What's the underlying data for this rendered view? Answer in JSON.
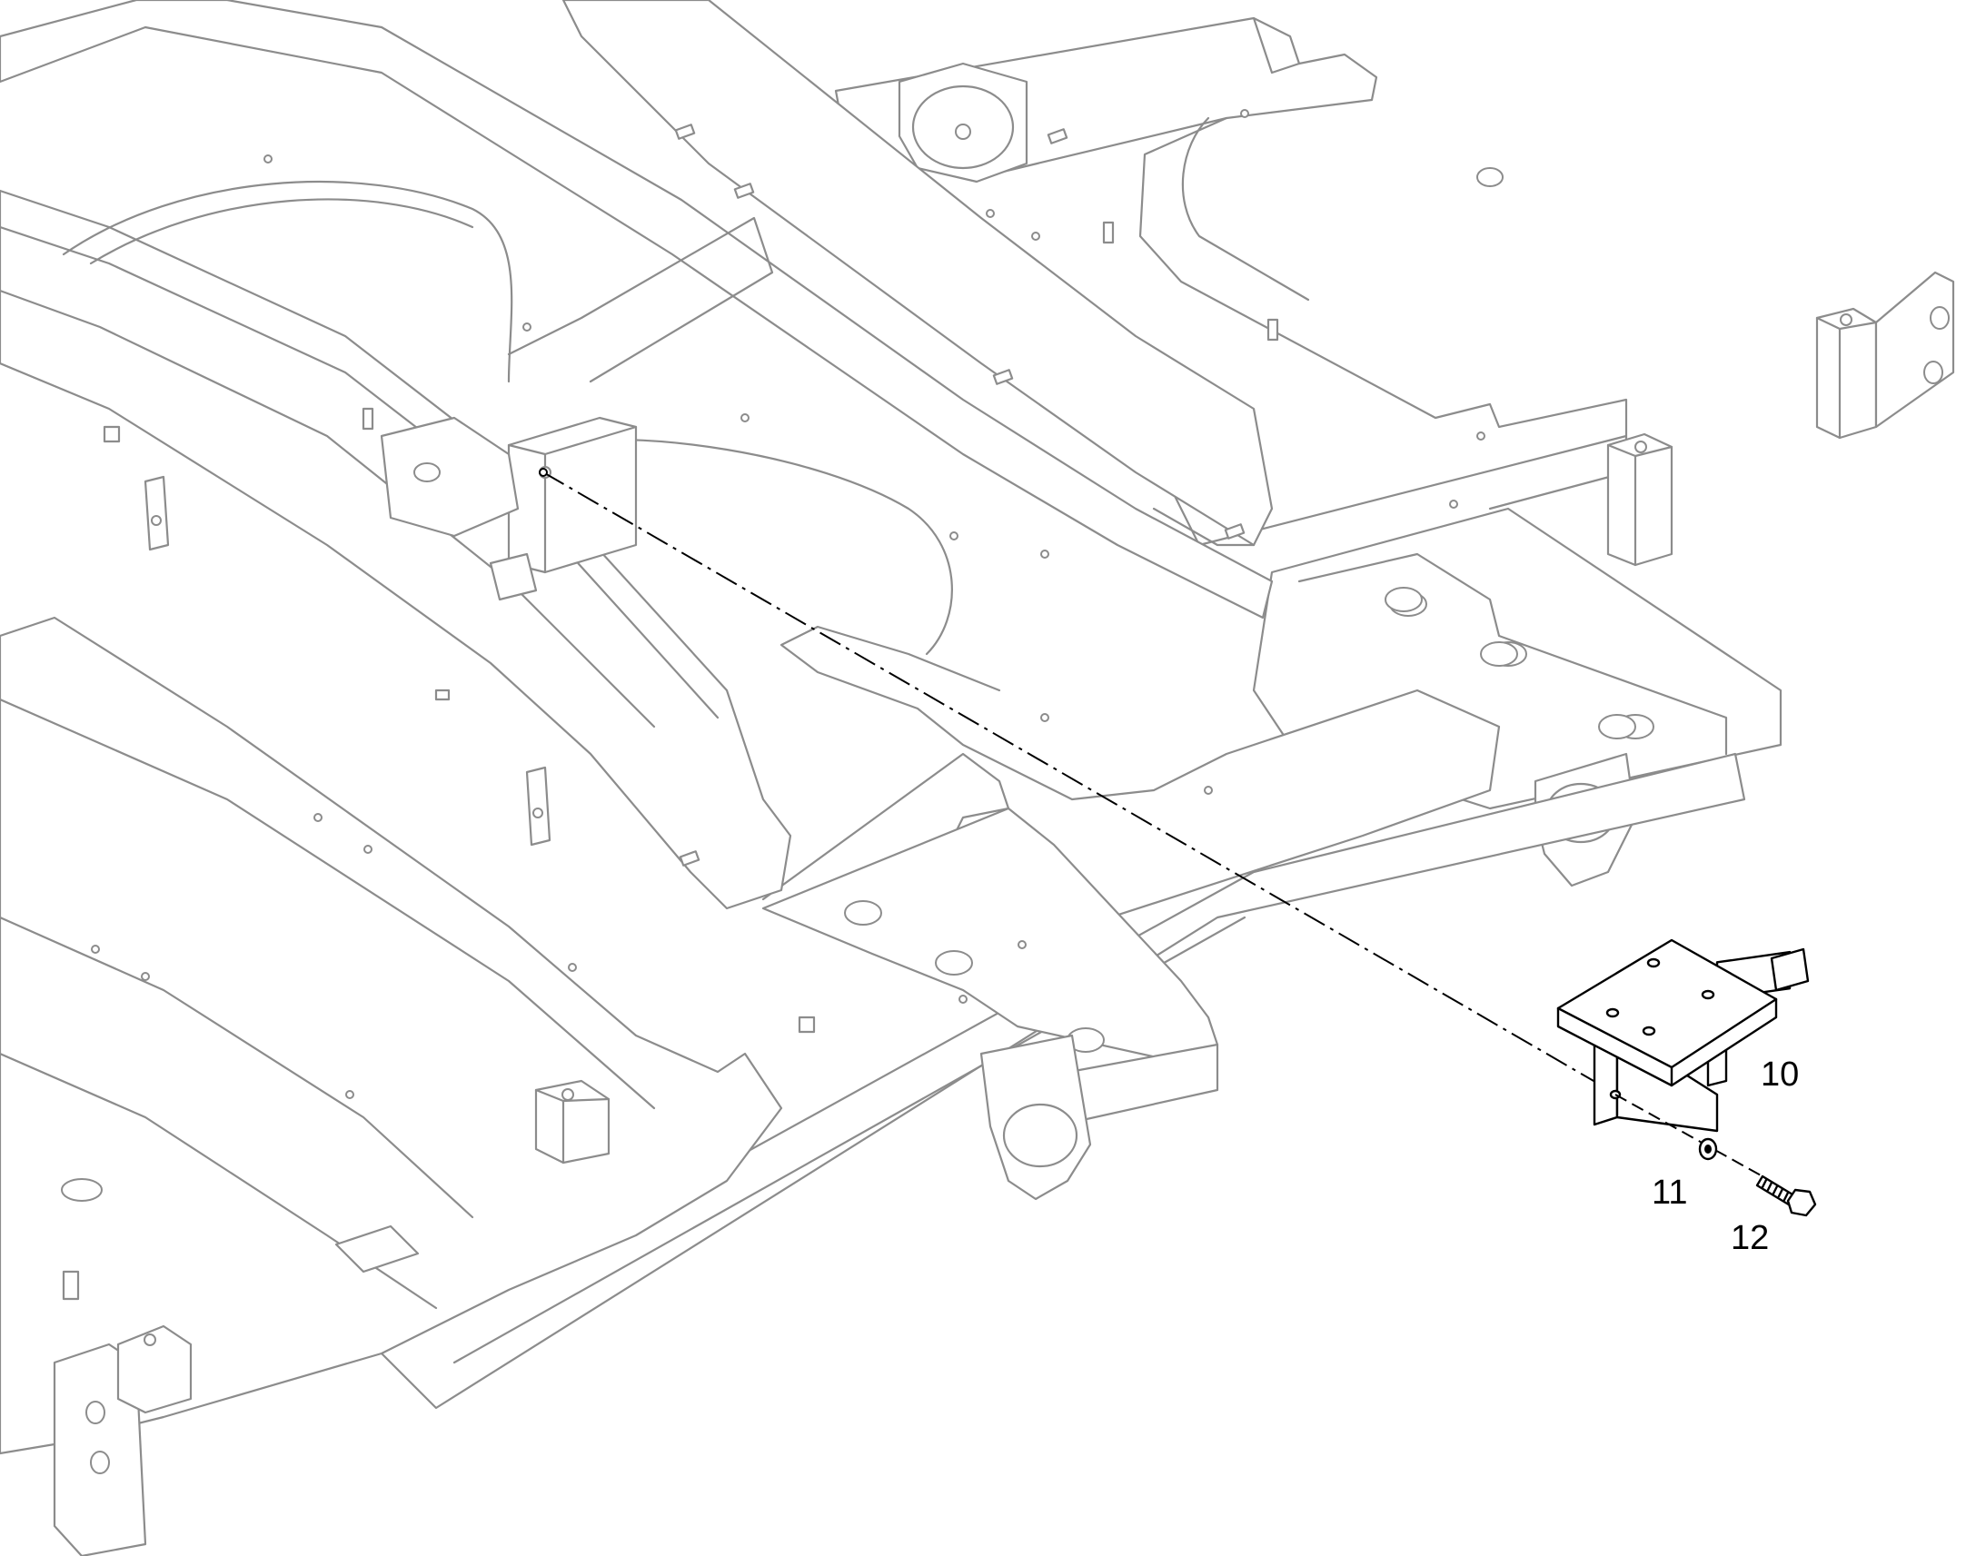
{
  "callouts": [
    {
      "id": "bracket",
      "label": "10"
    },
    {
      "id": "washer",
      "label": "11"
    },
    {
      "id": "bolt",
      "label": "12"
    }
  ],
  "colors": {
    "frame_stroke": "#8c8c8c",
    "part_stroke": "#000000",
    "background": "#ffffff"
  }
}
